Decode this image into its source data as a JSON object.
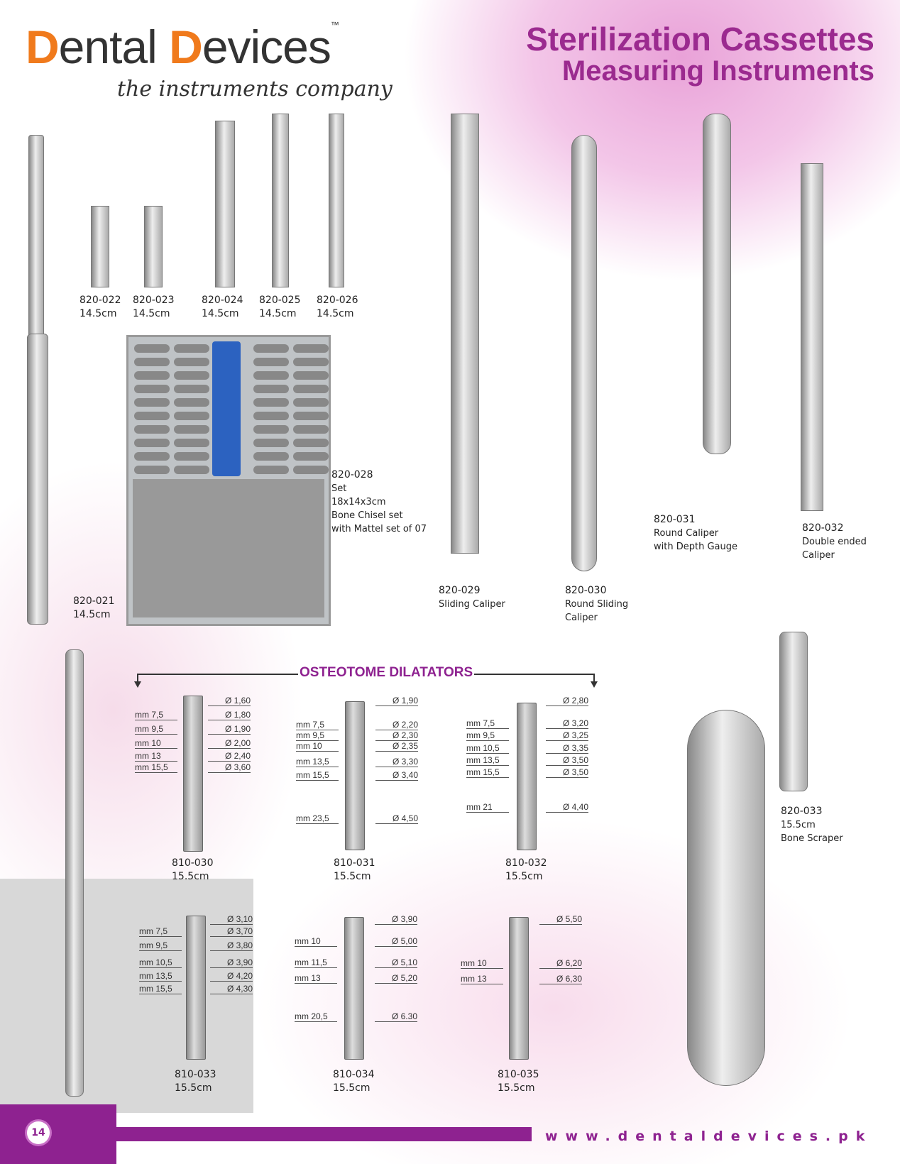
{
  "brand": {
    "logo_text_1": "Dental",
    "logo_text_2": "Devices",
    "tm": "™",
    "tagline": "the instruments company"
  },
  "header": {
    "title_1": "Sterilization Cassettes",
    "title_2": "Measuring Instruments"
  },
  "products": [
    {
      "code": "820-022",
      "size": "14.5cm"
    },
    {
      "code": "820-023",
      "size": "14.5cm"
    },
    {
      "code": "820-024",
      "size": "14.5cm"
    },
    {
      "code": "820-025",
      "size": "14.5cm"
    },
    {
      "code": "820-026",
      "size": "14.5cm"
    },
    {
      "code": "820-021",
      "size": "14.5cm"
    },
    {
      "code": "820-028",
      "l1": "Set",
      "l2": "18x14x3cm",
      "l3": "Bone Chisel set",
      "l4": "with Mattel set of 07"
    },
    {
      "code": "820-029",
      "l1": "Sliding Caliper"
    },
    {
      "code": "820-030",
      "l1": "Round Sliding",
      "l2": "Caliper"
    },
    {
      "code": "820-031",
      "l1": "Round Caliper",
      "l2": "with Depth Gauge"
    },
    {
      "code": "820-032",
      "l1": "Double ended",
      "l2": "Caliper"
    },
    {
      "code": "820-033",
      "size": "15.5cm",
      "l1": "Bone Scraper"
    }
  ],
  "osteotome": {
    "heading": "OSTEOTOME DILATATORS",
    "dilators": [
      {
        "code": "810-030",
        "size": "15.5cm",
        "mm": [
          "mm 7,5",
          "mm 9,5",
          "mm 10",
          "mm 13",
          "mm 15,5"
        ],
        "dia": [
          "Ø 1,60",
          "Ø 1,80",
          "Ø 1,90",
          "Ø 2,00",
          "Ø 2,40",
          "Ø 3,60"
        ]
      },
      {
        "code": "810-031",
        "size": "15.5cm",
        "mm": [
          "mm 7,5",
          "mm 9,5",
          "mm 10",
          "mm 13,5",
          "mm 15,5",
          "mm 23,5"
        ],
        "dia": [
          "Ø 1,90",
          "Ø 2,20",
          "Ø 2,30",
          "Ø 2,35",
          "Ø 3,30",
          "Ø 3,40",
          "Ø 4,50"
        ]
      },
      {
        "code": "810-032",
        "size": "15.5cm",
        "mm": [
          "mm 7,5",
          "mm 9,5",
          "mm 10,5",
          "mm 13,5",
          "mm 15,5",
          "mm 21"
        ],
        "dia": [
          "Ø 2,80",
          "Ø 3,20",
          "Ø 3,25",
          "Ø 3,35",
          "Ø 3,50",
          "Ø 3,50",
          "Ø 4,40"
        ]
      },
      {
        "code": "810-033",
        "size": "15.5cm",
        "mm": [
          "mm 7,5",
          "mm 9,5",
          "mm 10,5",
          "mm 13,5",
          "mm 15,5"
        ],
        "dia": [
          "Ø 3,10",
          "Ø 3,70",
          "Ø 3,80",
          "Ø 3,90",
          "Ø 4,20",
          "Ø 4,30"
        ]
      },
      {
        "code": "810-034",
        "size": "15.5cm",
        "mm": [
          "mm 10",
          "mm 11,5",
          "mm 13",
          "mm 20,5"
        ],
        "dia": [
          "Ø 3,90",
          "Ø 5,00",
          "Ø 5,10",
          "Ø 5,20",
          "Ø 6.30"
        ]
      },
      {
        "code": "810-035",
        "size": "15.5cm",
        "mm": [
          "mm 10",
          "mm 13"
        ],
        "dia": [
          "Ø 5,50",
          "Ø 6,20",
          "Ø 6,30"
        ]
      }
    ]
  },
  "footer": {
    "page": "14",
    "url": "www.dentaldevices.pk"
  },
  "colors": {
    "brand_purple": "#8e2290",
    "logo_orange": "#f07a1c"
  }
}
